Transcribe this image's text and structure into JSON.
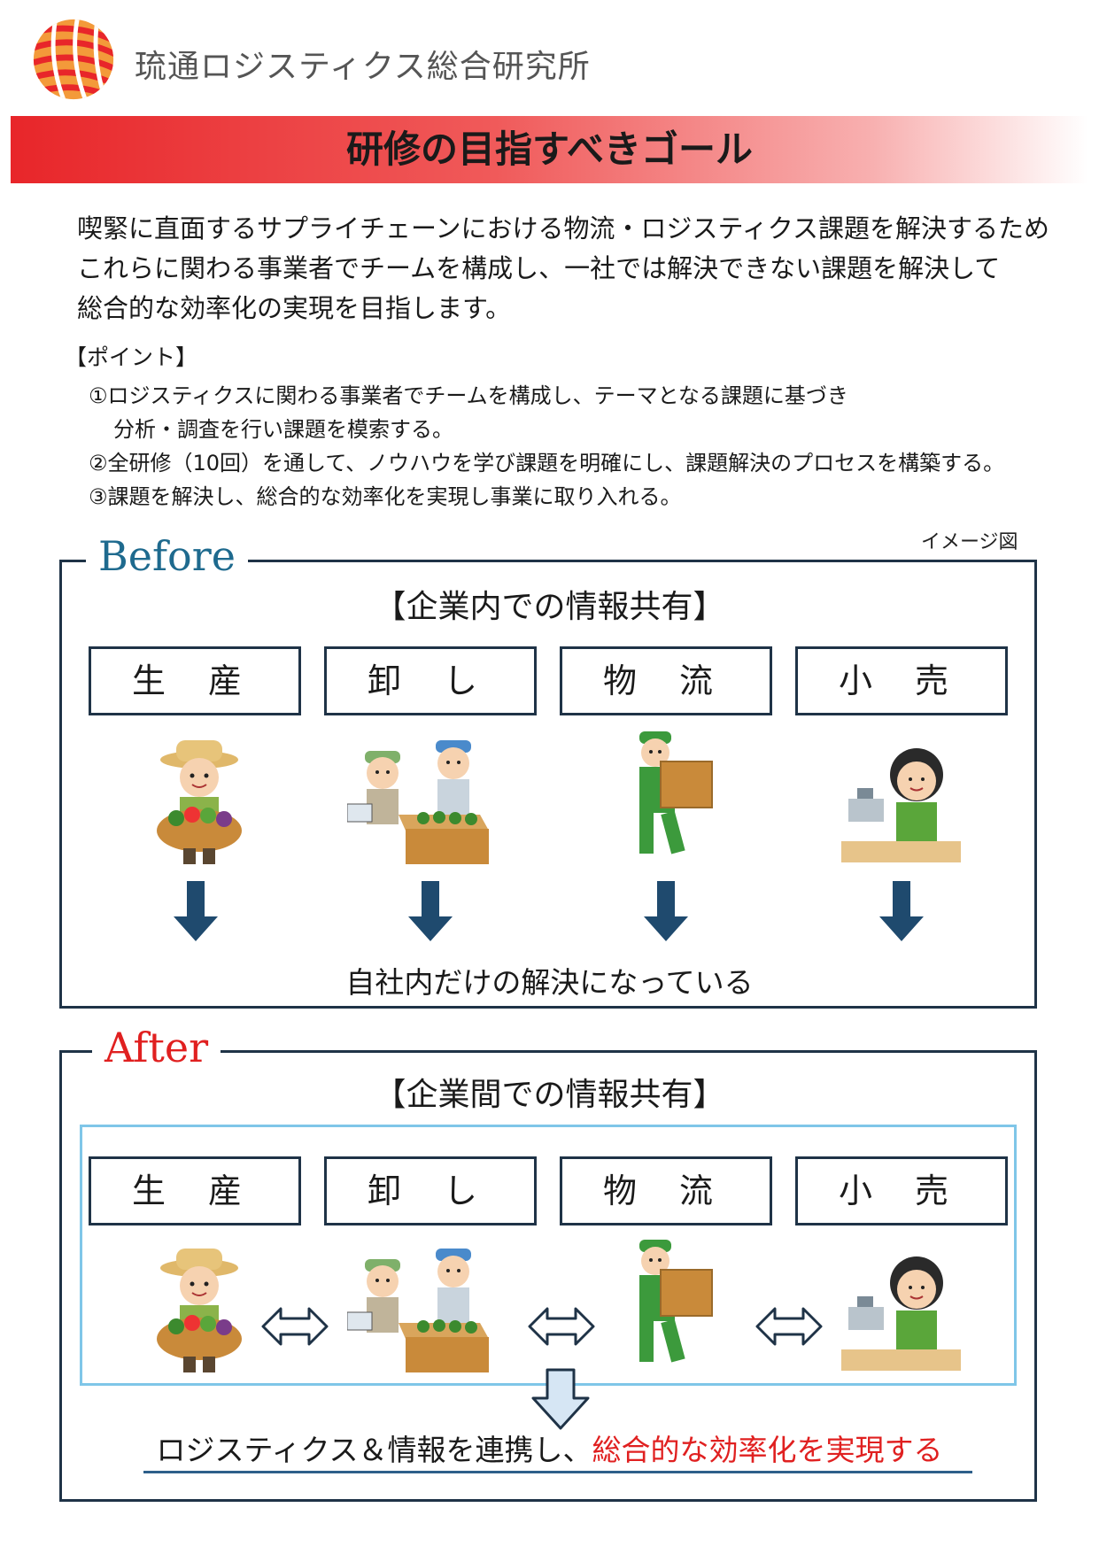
{
  "header": {
    "org_name": "琉通ロジスティクス総合研究所",
    "logo_icon": "red-orange-striped-sphere-logo"
  },
  "title": "研修の目指すべきゴール",
  "intro": [
    "喫緊に直面するサプライチェーンにおける物流・ロジスティクス課題を解決するため",
    "これらに関わる事業者でチームを構成し、一社では解決できない課題を解決して",
    "総合的な効率化の実現を目指します。"
  ],
  "points": {
    "heading": "【ポイント】",
    "items": [
      "①ロジスティクスに関わる事業者でチームを構成し、テーマとなる課題に基づき",
      "分析・調査を行い課題を模索する。",
      "②全研修（10回）を通して、ノウハウを学び課題を明確にし、課題解決のプロセスを構築する。",
      "③課題を解決し、総合的な効率化を実現し事業に取り入れる。"
    ]
  },
  "image_note": "イメージ図",
  "before": {
    "label": "Before",
    "section_title": "【企業内での情報共有】",
    "stages": [
      "生 産",
      "卸 し",
      "物 流",
      "小 売"
    ],
    "result": "自社内だけの解決になっている"
  },
  "after": {
    "label": "After",
    "section_title": "【企業間での情報共有】",
    "stages": [
      "生 産",
      "卸 し",
      "物 流",
      "小 売"
    ],
    "final_prefix": "ロジスティクス＆情報を連携し、",
    "final_highlight": "総合的な効率化を実現する"
  },
  "colors": {
    "title_red": "#e8262a",
    "before_blue": "#1e6a8e",
    "after_red": "#e02020",
    "arrow_navy": "#1f4a6e",
    "frame_light_blue": "#7fc6e8"
  },
  "icons": [
    "farmer-icon",
    "wholesaler-workers-icon",
    "delivery-worker-icon",
    "cashier-icon",
    "down-arrow-icon",
    "double-arrow-icon"
  ]
}
